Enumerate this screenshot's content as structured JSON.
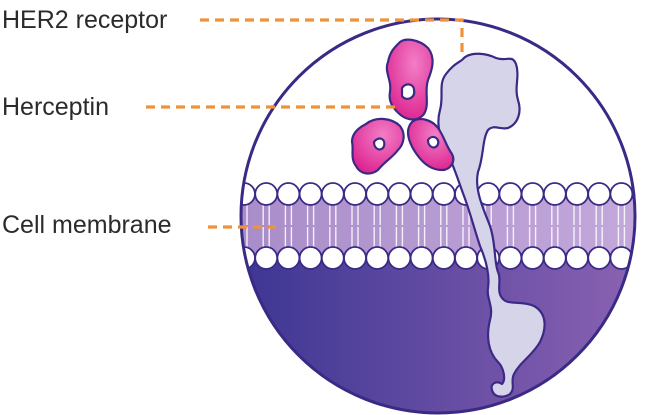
{
  "labels": {
    "her2": "HER2 receptor",
    "herceptin": "Herceptin",
    "membrane": "Cell membrane"
  },
  "colors": {
    "leader_line": "#f0923a",
    "outline": "#3a2a86",
    "cytoplasm_start": "#3a3592",
    "cytoplasm_end": "#8b5fb0",
    "membrane_band": "#b79ad2",
    "phospholipid_head": "#ffffff",
    "receptor": "#d6d4e8",
    "antibody_light": "#ec5fb6",
    "antibody_dark": "#e0208f"
  },
  "icons": {
    "receptor": "her2-receptor-icon",
    "antibody": "herceptin-antibody-icon",
    "bilayer": "phospholipid-bilayer-icon"
  }
}
